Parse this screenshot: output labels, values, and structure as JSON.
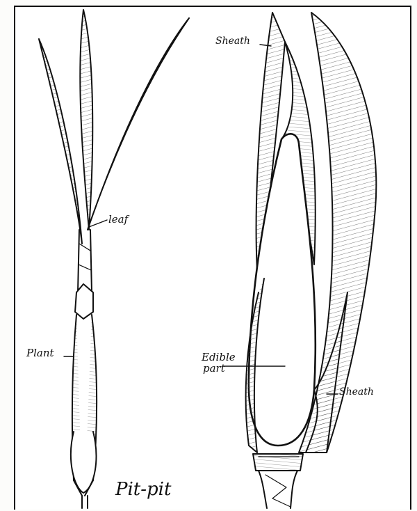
{
  "labels": {
    "sheath_top": "Sheath",
    "leaf": "leaf",
    "plant": "Plant",
    "edible_line1": "Edible",
    "edible_line2": "part",
    "sheath_bottom": "Sheath",
    "title": "Pit-pit"
  },
  "colors": {
    "ink": "#111111",
    "paper": "#ffffff"
  }
}
